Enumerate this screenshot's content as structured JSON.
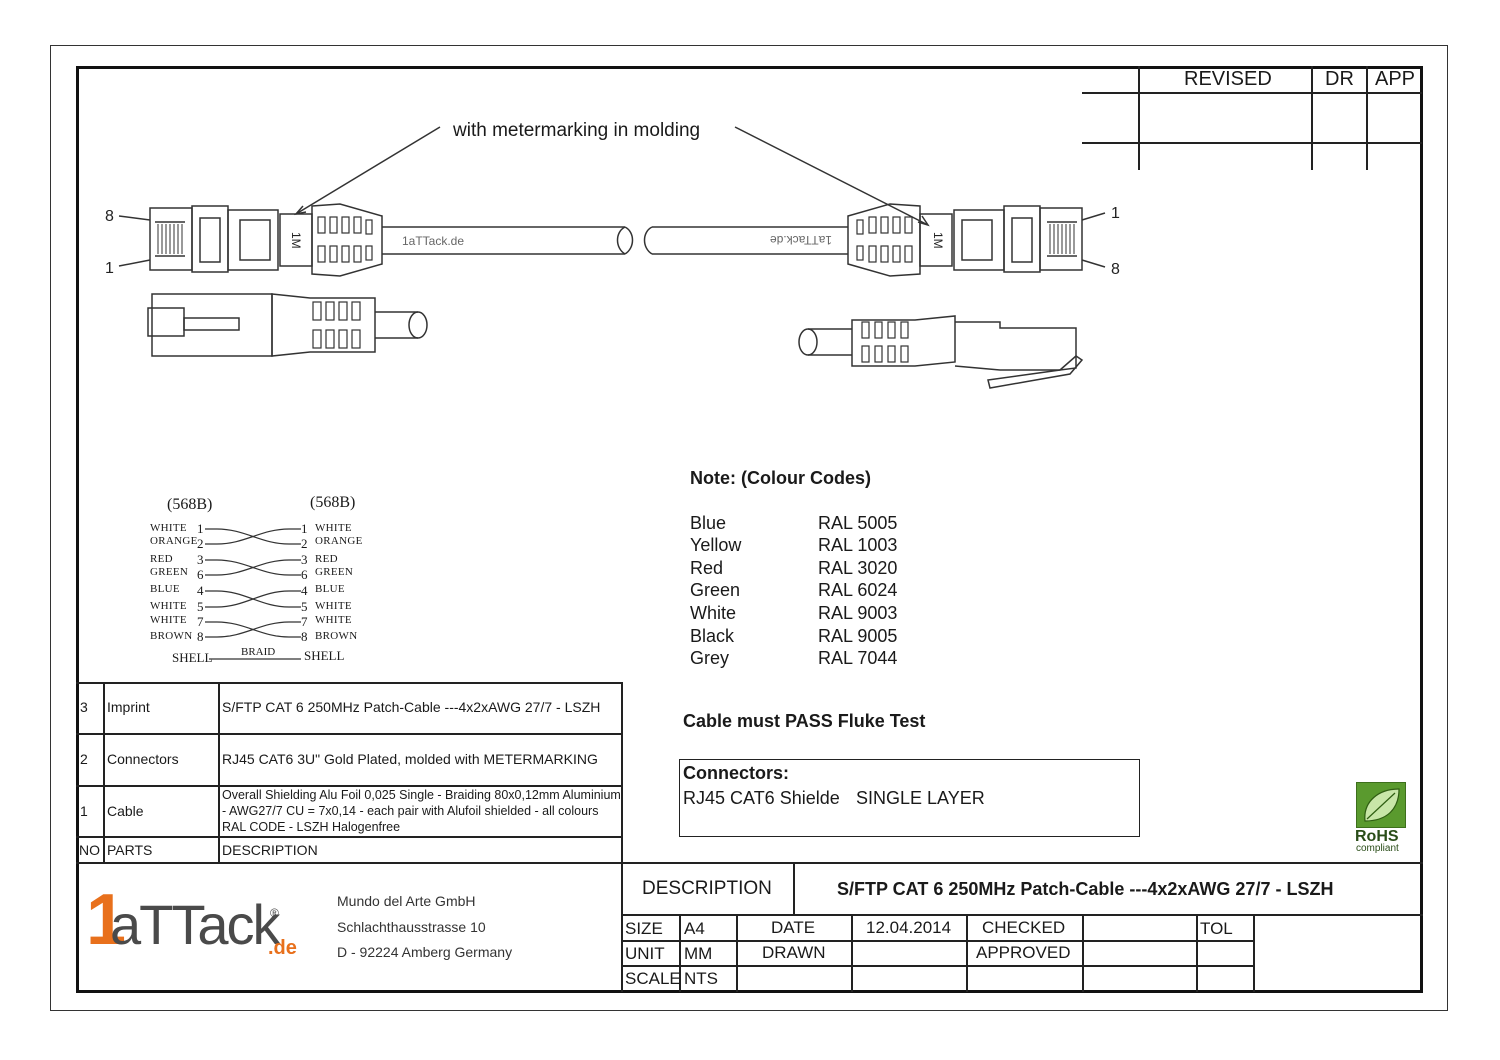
{
  "revision": {
    "revised": "REVISED",
    "dr": "DR",
    "app": "APP"
  },
  "annotation": "with metermarking  in molding",
  "connector_left": {
    "pin_top": "8",
    "pin_bottom": "1",
    "mark": "1M",
    "cable_print": "1aTTack.de"
  },
  "connector_right": {
    "pin_top": "1",
    "pin_bottom": "8",
    "mark": "1M",
    "cable_print": "1aTTack.de"
  },
  "wiring": {
    "left_header": "(568B)",
    "right_header": "(568B)",
    "pairs": [
      {
        "top_label": "WHITE",
        "bottom_label": "ORANGE",
        "top_pin": "1",
        "bottom_pin": "2"
      },
      {
        "top_label": "RED",
        "bottom_label": "GREEN",
        "top_pin": "3",
        "bottom_pin": "6"
      },
      {
        "top_label": "BLUE",
        "bottom_label": "WHITE",
        "top_pin": "4",
        "bottom_pin": "5"
      },
      {
        "top_label": "WHITE",
        "bottom_label": "BROWN",
        "top_pin": "7",
        "bottom_pin": "8"
      }
    ],
    "shell": "SHELL",
    "braid": "BRAID"
  },
  "note": {
    "title": "Note:  (Colour Codes)",
    "colours": [
      {
        "name": "Blue",
        "code": "RAL 5005"
      },
      {
        "name": "Yellow",
        "code": "RAL 1003"
      },
      {
        "name": "Red",
        "code": "RAL 3020"
      },
      {
        "name": "Green",
        "code": "RAL 6024"
      },
      {
        "name": "White",
        "code": "RAL 9003"
      },
      {
        "name": "Black",
        "code": "RAL 9005"
      },
      {
        "name": "Grey",
        "code": "RAL 7044"
      }
    ]
  },
  "fluke": "Cable must PASS Fluke Test",
  "connectors_box": {
    "title": "Connectors:",
    "text_a": "RJ45 CAT6 Shielde",
    "text_b": "SINGLE LAYER"
  },
  "parts": {
    "rows": [
      {
        "no": "3",
        "part": "Imprint",
        "desc": "S/FTP CAT 6 250MHz Patch-Cable ---4x2xAWG 27/7 - LSZH"
      },
      {
        "no": "2",
        "part": "Connectors",
        "desc": "RJ45 CAT6 3U\"  Gold Plated, molded with METERMARKING"
      },
      {
        "no": "1",
        "part": "Cable",
        "desc": "Overall Shielding Alu Foil 0,025 Single - Braiding 80x0,12mm Aluminium - AWG27/7 CU = 7x0,14 - each pair with Alufoil shielded - all colours RAL CODE - LSZH Halogenfree"
      }
    ],
    "header": {
      "no": "NO",
      "part": "PARTS",
      "desc": "DESCRIPTION"
    }
  },
  "company": {
    "logo_main": "aTTack",
    "logo_one": "1",
    "logo_reg": "®",
    "logo_tld": ".de",
    "name": "Mundo del Arte GmbH",
    "street": "Schlachthausstrasse 10",
    "city": "D - 92224 Amberg Germany"
  },
  "title_block": {
    "description_label": "DESCRIPTION",
    "description_value": "S/FTP CAT 6 250MHz Patch-Cable ---4x2xAWG 27/7 - LSZH",
    "size_label": "SIZE",
    "size_value": "A4",
    "date_label": "DATE",
    "date_value": "12.04.2014",
    "checked_label": "CHECKED",
    "tol_label": "TOL",
    "unit_label": "UNIT",
    "unit_value": "MM",
    "drawn_label": "DRAWN",
    "approved_label": "APPROVED",
    "scale_label": "SCALE",
    "scale_value": "NTS"
  },
  "rohs": {
    "title": "RoHS",
    "subtitle": "compliant"
  },
  "colors": {
    "logo_orange": "#e8701c",
    "rohs_green": "#5a9a2e",
    "line": "#222222"
  }
}
